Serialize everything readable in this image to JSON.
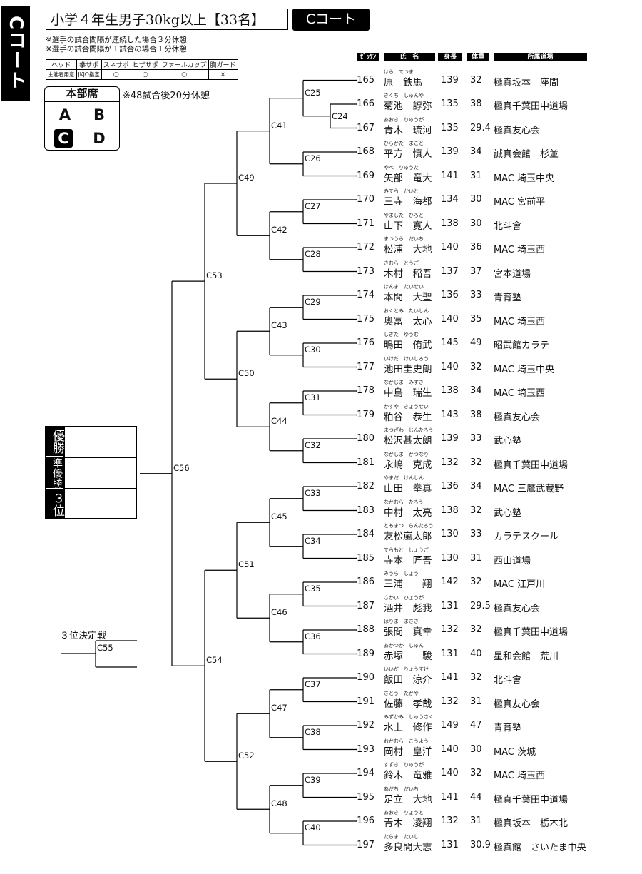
{
  "court_tab": "Cコート",
  "title": "小学４年生男子30kg以上【33名】",
  "court_badge": "Cコート",
  "notes": [
    "※選手の試合間隔が連続した場合３分休憩",
    "※選手の試合間隔が１試合の場合１分休憩"
  ],
  "equipment": {
    "headers": [
      "ヘッド",
      "拳サポ",
      "スネサポ",
      "ヒザサポ",
      "ファールカップ",
      "胸ガード"
    ],
    "values": [
      "主催者用意",
      "JKJO指定",
      "○",
      "○",
      "○",
      "×"
    ]
  },
  "hq": {
    "title": "本部席",
    "cells": [
      "A",
      "B",
      "C",
      "D"
    ],
    "selected": "C",
    "note": "※48試合後20分休憩"
  },
  "column_headers": [
    "ｾﾞｯｹﾝ",
    "氏　名",
    "身長",
    "体重",
    "所属道場"
  ],
  "competitors": [
    {
      "no": "165",
      "furi": "はら　てつま",
      "name": "原　鉄馬",
      "height": "139",
      "weight": "32",
      "dojo": "極真坂本　座間"
    },
    {
      "no": "166",
      "furi": "きくち　しゅんや",
      "name": "菊池　諄弥",
      "height": "135",
      "weight": "38",
      "dojo": "極真千葉田中道場"
    },
    {
      "no": "167",
      "furi": "あおき　りゅうが",
      "name": "青木　琉河",
      "height": "135",
      "weight": "29.4",
      "dojo": "極真友心会"
    },
    {
      "no": "168",
      "furi": "ひらかた　まこと",
      "name": "平方　慎人",
      "height": "139",
      "weight": "34",
      "dojo": "誠真会館　杉並"
    },
    {
      "no": "169",
      "furi": "やべ　りゅうた",
      "name": "矢部　竜大",
      "height": "141",
      "weight": "31",
      "dojo": "MAC 埼玉中央"
    },
    {
      "no": "170",
      "furi": "みてら　かいと",
      "name": "三寺　海都",
      "height": "134",
      "weight": "30",
      "dojo": "MAC 宮前平"
    },
    {
      "no": "171",
      "furi": "やました　ひろと",
      "name": "山下　寛人",
      "height": "138",
      "weight": "30",
      "dojo": "北斗會"
    },
    {
      "no": "172",
      "furi": "まつうら　だいち",
      "name": "松浦　大地",
      "height": "140",
      "weight": "36",
      "dojo": "MAC 埼玉西"
    },
    {
      "no": "173",
      "furi": "きむら　とうご",
      "name": "木村　稲吾",
      "height": "137",
      "weight": "37",
      "dojo": "宮本道場"
    },
    {
      "no": "174",
      "furi": "ほんま　たいせい",
      "name": "本間　大聖",
      "height": "136",
      "weight": "33",
      "dojo": "青育塾"
    },
    {
      "no": "175",
      "furi": "おくとみ　たいしん",
      "name": "奥冨　太心",
      "height": "140",
      "weight": "35",
      "dojo": "MAC 埼玉西"
    },
    {
      "no": "176",
      "furi": "しぎた　ゆうむ",
      "name": "鴫田　侑武",
      "height": "145",
      "weight": "49",
      "dojo": "昭武館カラテ"
    },
    {
      "no": "177",
      "furi": "いけだ　けいしろう",
      "name": "池田圭史朗",
      "height": "140",
      "weight": "32",
      "dojo": "MAC 埼玉中央"
    },
    {
      "no": "178",
      "furi": "なかじま　みずき",
      "name": "中島　瑞生",
      "height": "138",
      "weight": "34",
      "dojo": "MAC 埼玉西"
    },
    {
      "no": "179",
      "furi": "かすや　きょうせい",
      "name": "粕谷　恭生",
      "height": "143",
      "weight": "38",
      "dojo": "極真友心会"
    },
    {
      "no": "180",
      "furi": "まつざわ　じんたろう",
      "name": "松沢甚太朗",
      "height": "139",
      "weight": "33",
      "dojo": "武心塾"
    },
    {
      "no": "181",
      "furi": "ながしま　かつなり",
      "name": "永嶋　克成",
      "height": "132",
      "weight": "32",
      "dojo": "極真千葉田中道場"
    },
    {
      "no": "182",
      "furi": "やまだ　けんしん",
      "name": "山田　拳真",
      "height": "136",
      "weight": "34",
      "dojo": "MAC 三鷹武蔵野"
    },
    {
      "no": "183",
      "furi": "なかむら　たろう",
      "name": "中村　太亮",
      "height": "138",
      "weight": "32",
      "dojo": "武心塾"
    },
    {
      "no": "184",
      "furi": "ともまつ　らんたろう",
      "name": "友松嵐太郎",
      "height": "130",
      "weight": "33",
      "dojo": "カラテスクール"
    },
    {
      "no": "185",
      "furi": "てらもと　しょうご",
      "name": "寺本　匠吾",
      "height": "130",
      "weight": "31",
      "dojo": "西山道場"
    },
    {
      "no": "186",
      "furi": "みうら　しょう",
      "name": "三浦　　翔",
      "height": "142",
      "weight": "32",
      "dojo": "MAC 江戸川"
    },
    {
      "no": "187",
      "furi": "さかい　ひょうが",
      "name": "酒井　彪我",
      "height": "131",
      "weight": "29.5",
      "dojo": "極真友心会"
    },
    {
      "no": "188",
      "furi": "はりま　まさき",
      "name": "張間　真幸",
      "height": "132",
      "weight": "32",
      "dojo": "極真千葉田中道場"
    },
    {
      "no": "189",
      "furi": "あかつか　しゅん",
      "name": "赤塚　　駿",
      "height": "131",
      "weight": "40",
      "dojo": "星和会館　荒川"
    },
    {
      "no": "190",
      "furi": "いいだ　りょうすけ",
      "name": "飯田　涼介",
      "height": "141",
      "weight": "32",
      "dojo": "北斗會"
    },
    {
      "no": "191",
      "furi": "さとう　たかや",
      "name": "佐藤　孝哉",
      "height": "132",
      "weight": "31",
      "dojo": "極真友心会"
    },
    {
      "no": "192",
      "furi": "みずかみ　しゅうさく",
      "name": "水上　修作",
      "height": "149",
      "weight": "47",
      "dojo": "青育塾"
    },
    {
      "no": "193",
      "furi": "おかむら　こうよう",
      "name": "岡村　皇洋",
      "height": "140",
      "weight": "30",
      "dojo": "MAC 茨城"
    },
    {
      "no": "194",
      "furi": "すずき　りゅうが",
      "name": "鈴木　竜雅",
      "height": "140",
      "weight": "32",
      "dojo": "MAC 埼玉西"
    },
    {
      "no": "195",
      "furi": "あだち　だいち",
      "name": "足立　大地",
      "height": "141",
      "weight": "44",
      "dojo": "極真千葉田中道場"
    },
    {
      "no": "196",
      "furi": "あおき　りょうと",
      "name": "青木　凌翔",
      "height": "132",
      "weight": "31",
      "dojo": "極真坂本　栃木北"
    },
    {
      "no": "197",
      "furi": "たらま　たいし",
      "name": "多良間大志",
      "height": "131",
      "weight": "30.9",
      "dojo": "極真館　さいたま中央"
    }
  ],
  "matches": {
    "r0": "C24",
    "r1": [
      "C25",
      "C26",
      "C27",
      "C28",
      "C29",
      "C30",
      "C31",
      "C32",
      "C33",
      "C34",
      "C35",
      "C36",
      "C37",
      "C38",
      "C39",
      "C40"
    ],
    "r2": [
      "C41",
      "C42",
      "C43",
      "C44",
      "C45",
      "C46",
      "C47",
      "C48"
    ],
    "r3": [
      "C49",
      "C50",
      "C51",
      "C52"
    ],
    "r4": [
      "C53",
      "C54"
    ],
    "final": "C56",
    "third": "C55"
  },
  "results": {
    "labels": [
      "優勝",
      "準優勝",
      "３位"
    ]
  },
  "third_place_label": "３位決定戦"
}
